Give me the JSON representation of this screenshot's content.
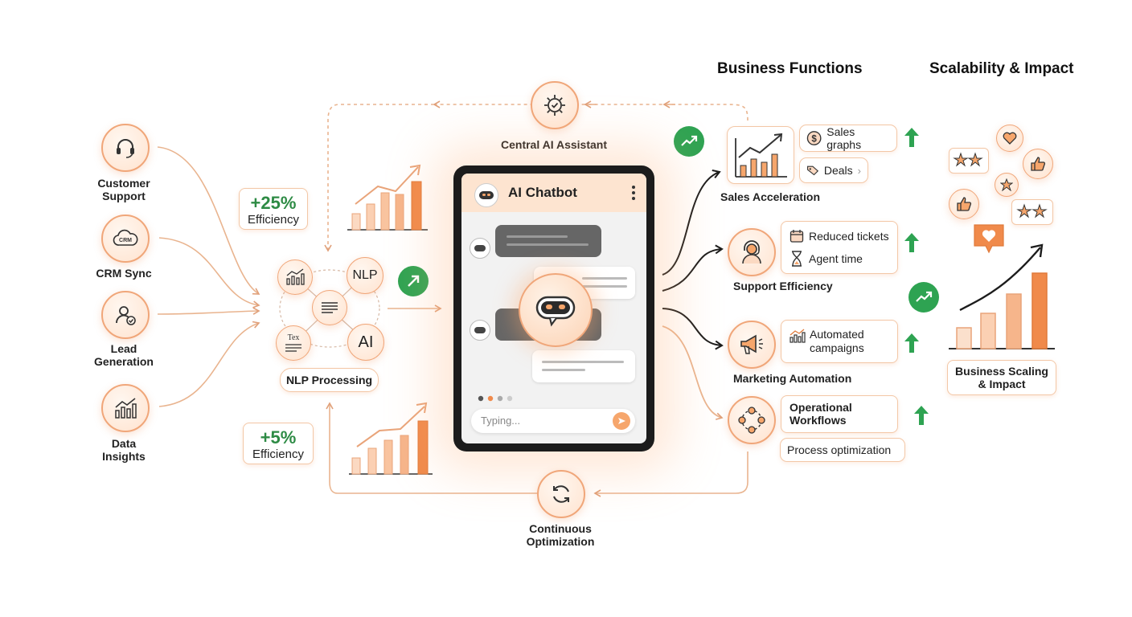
{
  "headers": {
    "business_functions": "Business Functions",
    "scalability": "Scalability & Impact"
  },
  "inputs": [
    {
      "label": "Customer\nSupport",
      "icon": "headset-icon"
    },
    {
      "label": "CRM Sync",
      "icon": "crm-cloud-icon"
    },
    {
      "label": "Lead\nGeneration",
      "icon": "user-check-icon"
    },
    {
      "label": "Data\nInsights",
      "icon": "bar-chart-icon"
    }
  ],
  "central_assistant": {
    "label": "Central AI Assistant",
    "icon": "gear-check-icon"
  },
  "nlp": {
    "label": "NLP Processing",
    "nodes": {
      "nlp": "NLP",
      "ai": "AI",
      "text": "Tex"
    }
  },
  "efficiency": [
    {
      "value": "+25%",
      "label": "Efficiency"
    },
    {
      "value": "+5%",
      "label": "Efficiency"
    }
  ],
  "chatbot": {
    "title": "AI Chatbot",
    "input_placeholder": "Typing..."
  },
  "continuous": {
    "label": "Continuous\nOptimization",
    "icon": "refresh-icon"
  },
  "functions": [
    {
      "label": "Sales Acceleration",
      "icon": "sales-chart-icon",
      "items": [
        {
          "text": "Sales graphs",
          "icon": "dollar-icon"
        },
        {
          "text": "Deals",
          "icon": "tag-icon"
        }
      ]
    },
    {
      "label": "Support Efficiency",
      "icon": "support-agent-icon",
      "items": [
        {
          "text": "Reduced tickets",
          "icon": "calendar-icon"
        },
        {
          "text": "Agent time",
          "icon": "hourglass-icon"
        }
      ]
    },
    {
      "label": "Marketing Automation",
      "icon": "megaphone-icon",
      "items": [
        {
          "text": "Automated\ncampaigns",
          "icon": "mini-chart-icon"
        }
      ]
    },
    {
      "label": "",
      "icon": "workflow-icon",
      "items": [
        {
          "text": "Operational\nWorkflows"
        },
        {
          "text": "Process optimization"
        }
      ]
    }
  ],
  "scaling": {
    "label": "Business Scaling\n& Impact",
    "bar_levels": [
      0.25,
      0.45,
      0.7,
      0.95
    ]
  },
  "colors": {
    "accent": "#f08a4b",
    "accent_light": "#fde4d0",
    "green": "#2ea352",
    "line": "#e8b08a"
  }
}
